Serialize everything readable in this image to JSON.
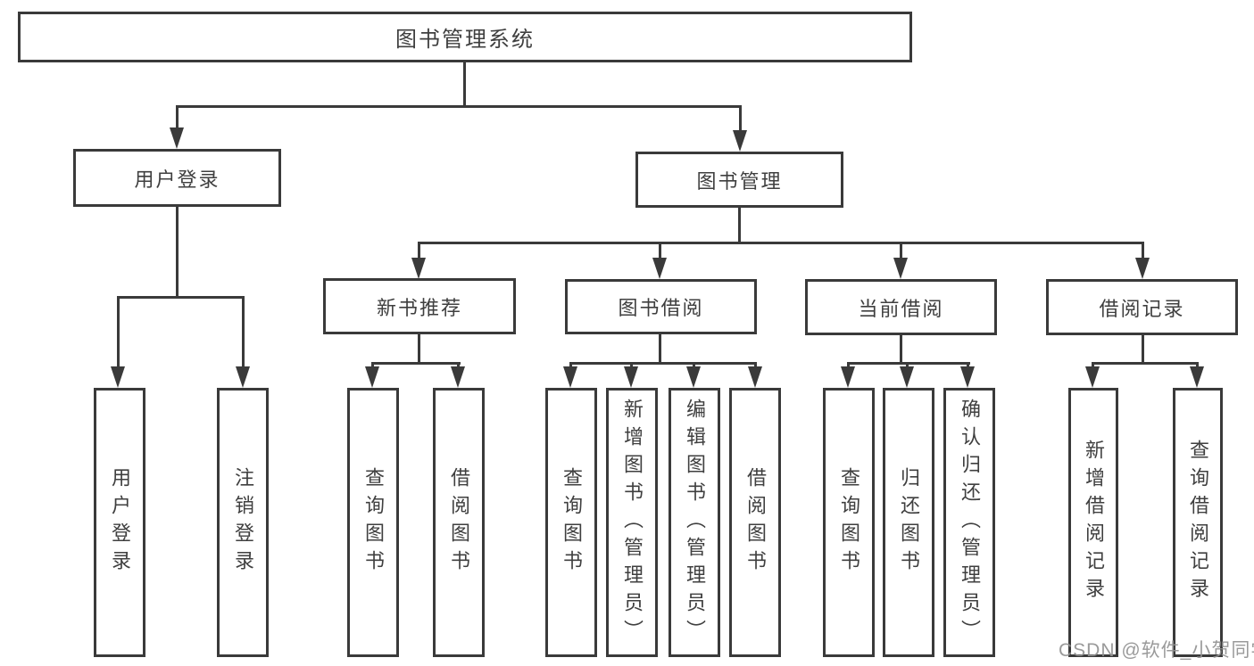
{
  "diagram_title": "图书管理系统",
  "tree": {
    "label": "图书管理系统",
    "children": [
      {
        "label": "用户登录",
        "children": [
          {
            "label": "用户登录"
          },
          {
            "label": "注销登录"
          }
        ]
      },
      {
        "label": "图书管理",
        "children": [
          {
            "label": "新书推荐",
            "children": [
              {
                "label": "查询图书"
              },
              {
                "label": "借阅图书"
              }
            ]
          },
          {
            "label": "图书借阅",
            "children": [
              {
                "label": "查询图书"
              },
              {
                "label": "新增图书（管理员）"
              },
              {
                "label": "编辑图书（管理员）"
              },
              {
                "label": "借阅图书"
              }
            ]
          },
          {
            "label": "当前借阅",
            "children": [
              {
                "label": "查询图书"
              },
              {
                "label": "归还图书"
              },
              {
                "label": "确认归还（管理员）"
              }
            ]
          },
          {
            "label": "借阅记录",
            "children": [
              {
                "label": "新增借阅记录"
              },
              {
                "label": "查询借阅记录"
              }
            ]
          }
        ]
      }
    ]
  },
  "watermark": "CSDN @软件_小贺同学",
  "colors": {
    "line": "#3a3a3a",
    "text": "#3f3f3f",
    "background": "#ffffff",
    "watermark": "#919191"
  }
}
